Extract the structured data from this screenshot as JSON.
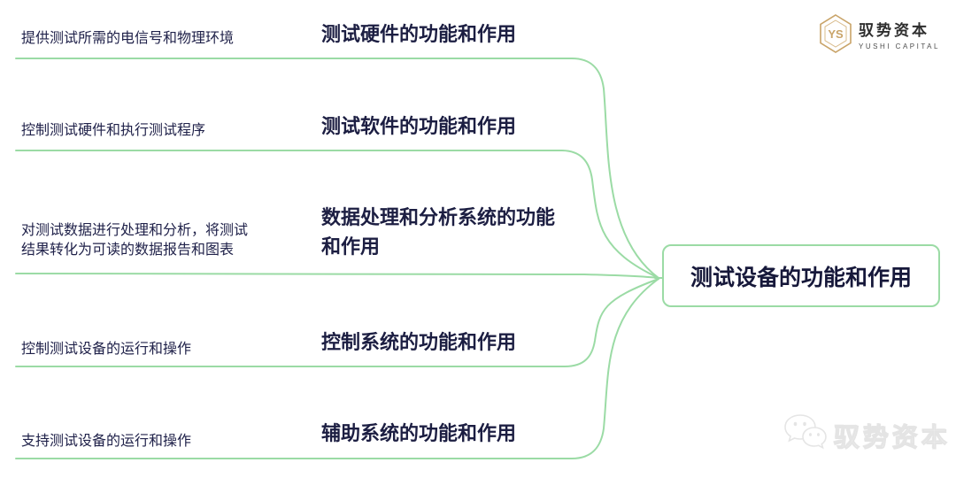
{
  "brand": {
    "logo_monogram": "YS",
    "name_cn": "驭势资本",
    "name_en": "YUSHI CAPITAL"
  },
  "root": {
    "label": "测试设备的功能和作用"
  },
  "branches": [
    {
      "heading": "测试硬件的功能和作用",
      "detail": "提供测试所需的电信号和物理环境"
    },
    {
      "heading": "测试软件的功能和作用",
      "detail": "控制测试硬件和执行测试程序"
    },
    {
      "heading": "数据处理和分析系统的功能和作用",
      "detail": "对测试数据进行处理和分析，将测试结果转化为可读的数据报告和图表"
    },
    {
      "heading": "控制系统的功能和作用",
      "detail": "控制测试设备的运行和操作"
    },
    {
      "heading": "辅助系统的功能和作用",
      "detail": "支持测试设备的运行和操作"
    }
  ],
  "watermark": {
    "icon": "wechat-icon",
    "text": "驭势资本"
  },
  "colors": {
    "connector_green": "#9bdba5",
    "node_text": "#1c1e42",
    "brand_gold": "#c9a469"
  }
}
